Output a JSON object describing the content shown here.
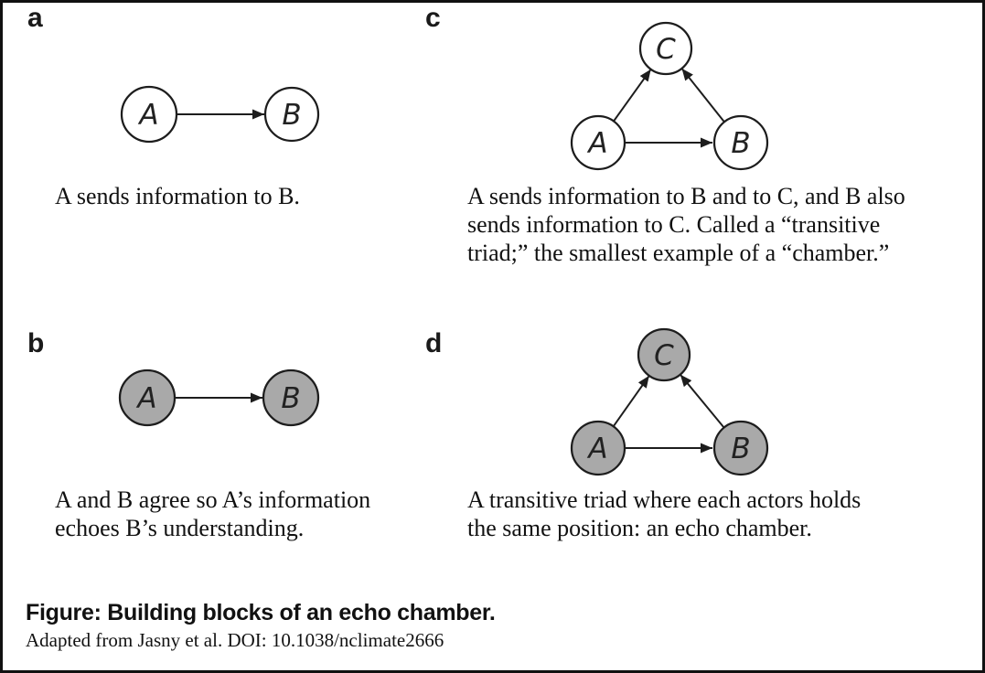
{
  "figure": {
    "title": "Figure: Building blocks of an echo chamber.",
    "source": "Adapted from Jasny et al. DOI: 10.1038/nclimate2666"
  },
  "colors": {
    "node_open_fill": "#ffffff",
    "node_filled_fill": "#a9a9a9",
    "stroke": "#1d1d1d",
    "text": "#111111"
  },
  "panels": [
    {
      "label": "a",
      "node_style": "open",
      "nodes": [
        "A",
        "B"
      ],
      "edges": [
        "A→B"
      ],
      "caption_lines": [
        "A sends information to B."
      ]
    },
    {
      "label": "b",
      "node_style": "filled",
      "nodes": [
        "A",
        "B"
      ],
      "edges": [
        "A→B"
      ],
      "caption_lines": [
        "A and B agree so A’s information",
        "echoes B’s understanding."
      ]
    },
    {
      "label": "c",
      "node_style": "open",
      "nodes": [
        "A",
        "B",
        "C"
      ],
      "edges": [
        "A→B",
        "A→C",
        "B→C"
      ],
      "caption_lines": [
        "A sends information to B and to C, and B also",
        "sends information to C. Called a “transitive",
        "triad;” the smallest example of a “chamber.”"
      ]
    },
    {
      "label": "d",
      "node_style": "filled",
      "nodes": [
        "A",
        "B",
        "C"
      ],
      "edges": [
        "A→B",
        "A→C",
        "B→C"
      ],
      "caption_lines": [
        "A transitive triad where each actors holds",
        "the same position: an echo chamber."
      ]
    }
  ]
}
